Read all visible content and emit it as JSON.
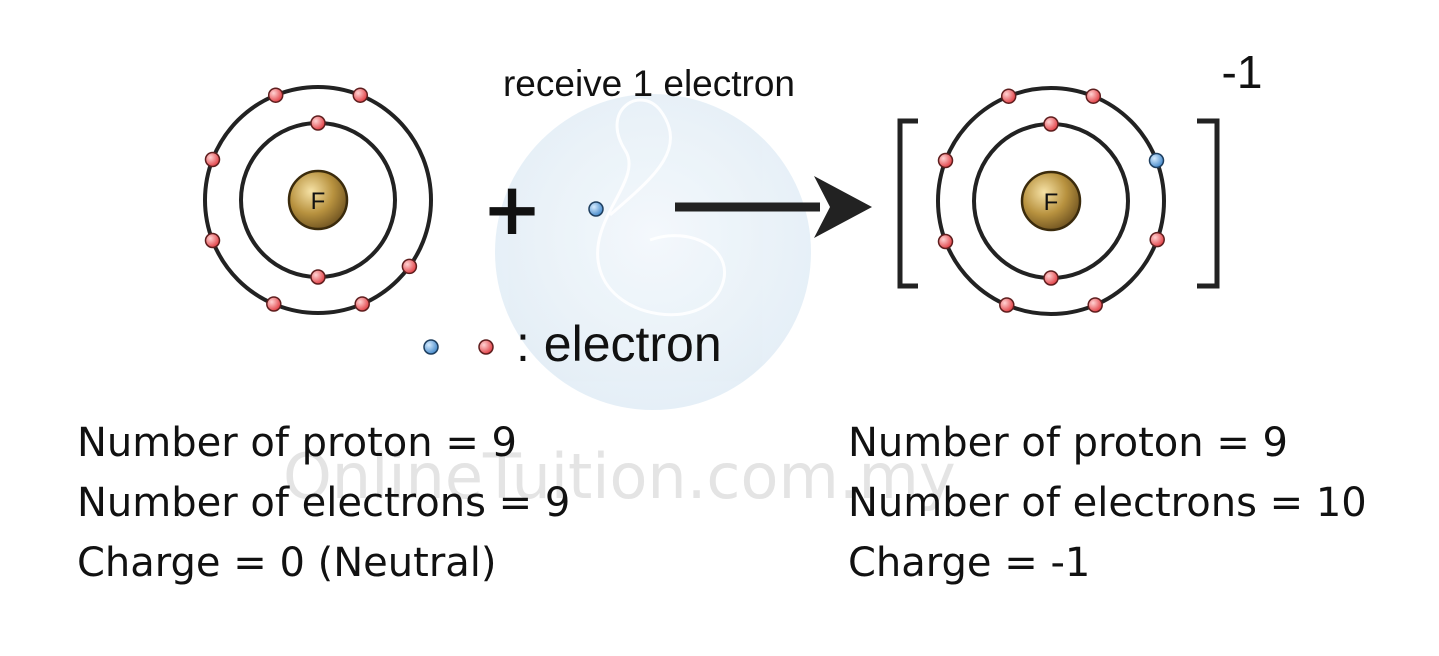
{
  "reaction": {
    "caption": "receive 1 electron",
    "plus": "+",
    "ion_charge": "-1"
  },
  "atom": {
    "symbol": "F",
    "inner_shell_electrons": 2,
    "outer_shell_electrons": 7
  },
  "ion": {
    "symbol": "F",
    "inner_shell_electrons": 2,
    "outer_shell_electrons": 8,
    "gained_electrons": 1
  },
  "legend": {
    "label": ": electron"
  },
  "left_info": {
    "protons": "Number of proton = 9",
    "electrons": "Number of electrons = 9",
    "charge": "Charge = 0 (Neutral)"
  },
  "right_info": {
    "protons": "Number of proton = 9",
    "electrons": "Number of electrons = 10",
    "charge": "Charge = -1"
  },
  "watermark": "OnlineTuition.com.my",
  "colors": {
    "electron_red": "#e8454b",
    "electron_blue": "#4b90cf",
    "nucleus": "#b08a3a",
    "shell": "#222222",
    "watermark_globe": "#e9f1f8"
  }
}
